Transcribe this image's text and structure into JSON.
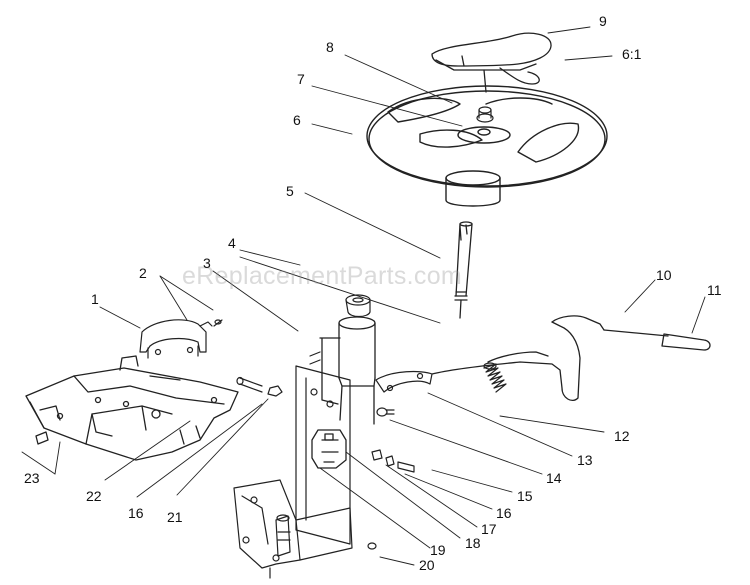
{
  "watermark": "eReplacementParts.com",
  "callouts": {
    "c1": "1",
    "c2": "2",
    "c3": "3",
    "c4": "4",
    "c5": "5",
    "c6": "6",
    "c6_1": "6:1",
    "c7": "7",
    "c8": "8",
    "c9": "9",
    "c10": "10",
    "c11": "11",
    "c12": "12",
    "c13": "13",
    "c14": "14",
    "c15": "15",
    "c16a": "16",
    "c16b": "16",
    "c17": "17",
    "c18": "18",
    "c19": "19",
    "c20": "20",
    "c21": "21",
    "c22": "22",
    "c23": "23"
  }
}
